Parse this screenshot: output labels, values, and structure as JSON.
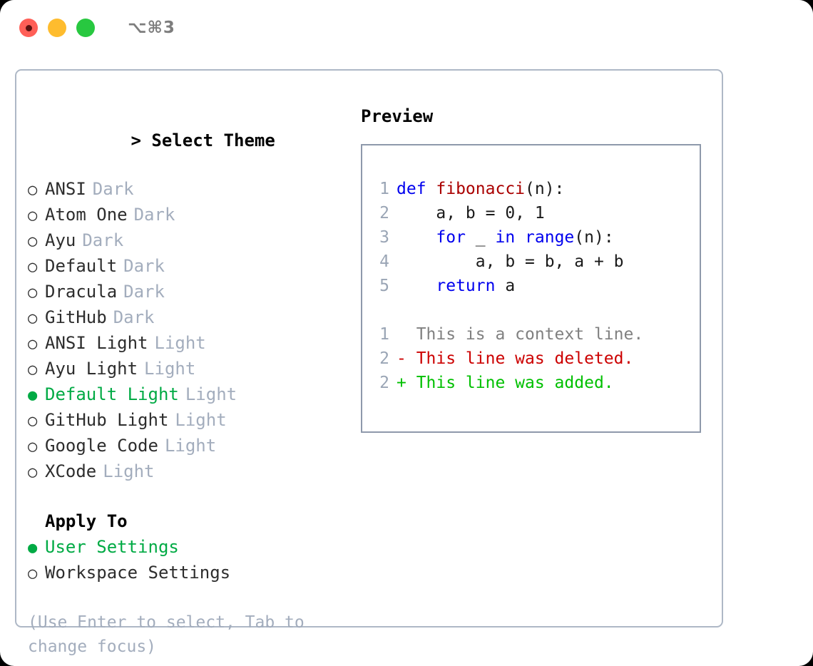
{
  "window": {
    "title": "⌥⌘3",
    "traffic_lights": [
      "close-red",
      "minimize-amber",
      "maximize-green"
    ]
  },
  "theme_list": {
    "header": "Select Theme",
    "caret": ">",
    "bullet_empty": "○",
    "bullet_filled": "●",
    "items": [
      {
        "label": "ANSI",
        "tag": "Dark",
        "selected": false
      },
      {
        "label": "Atom One",
        "tag": "Dark",
        "selected": false
      },
      {
        "label": "Ayu",
        "tag": "Dark",
        "selected": false
      },
      {
        "label": "Default",
        "tag": "Dark",
        "selected": false
      },
      {
        "label": "Dracula",
        "tag": "Dark",
        "selected": false
      },
      {
        "label": "GitHub",
        "tag": "Dark",
        "selected": false
      },
      {
        "label": "ANSI Light",
        "tag": "Light",
        "selected": false
      },
      {
        "label": "Ayu Light",
        "tag": "Light",
        "selected": false
      },
      {
        "label": "Default Light",
        "tag": "Light",
        "selected": true
      },
      {
        "label": "GitHub Light",
        "tag": "Light",
        "selected": false
      },
      {
        "label": "Google Code",
        "tag": "Light",
        "selected": false
      },
      {
        "label": "XCode",
        "tag": "Light",
        "selected": false
      }
    ]
  },
  "apply_to": {
    "header": "Apply To",
    "items": [
      {
        "label": "User Settings",
        "selected": true
      },
      {
        "label": "Workspace Settings",
        "selected": false
      }
    ]
  },
  "hint": "(Use Enter to select, Tab to change focus)",
  "preview": {
    "title": "Preview",
    "code_lines": [
      {
        "num": "1",
        "tokens": [
          {
            "t": "def ",
            "c": "kw"
          },
          {
            "t": "fibonacci",
            "c": "fn"
          },
          {
            "t": "(n):",
            "c": "plain"
          }
        ]
      },
      {
        "num": "2",
        "tokens": [
          {
            "t": "    a, b = 0, 1",
            "c": "plain"
          }
        ]
      },
      {
        "num": "3",
        "tokens": [
          {
            "t": "    ",
            "c": "plain"
          },
          {
            "t": "for",
            "c": "kw"
          },
          {
            "t": " _ ",
            "c": "plain"
          },
          {
            "t": "in",
            "c": "kw"
          },
          {
            "t": " ",
            "c": "plain"
          },
          {
            "t": "range",
            "c": "kw"
          },
          {
            "t": "(n):",
            "c": "plain"
          }
        ]
      },
      {
        "num": "4",
        "tokens": [
          {
            "t": "        a, b = b, a + b",
            "c": "plain"
          }
        ]
      },
      {
        "num": "5",
        "tokens": [
          {
            "t": "    ",
            "c": "plain"
          },
          {
            "t": "return",
            "c": "kw"
          },
          {
            "t": " a",
            "c": "plain"
          }
        ]
      }
    ],
    "diff_lines": [
      {
        "num": "1",
        "marker": "  ",
        "text": "This is a context line.",
        "kind": "ctx"
      },
      {
        "num": "2",
        "marker": "- ",
        "text": "This line was deleted.",
        "kind": "del"
      },
      {
        "num": "2",
        "marker": "+ ",
        "text": "This line was added.",
        "kind": "add"
      }
    ]
  },
  "colors": {
    "accent_green": "#00aa44",
    "muted": "#a3adbd",
    "keyword_blue": "#0000ee",
    "function_red": "#aa0000",
    "diff_deleted": "#cc0000",
    "diff_added": "#00c000",
    "diff_context": "#808080",
    "panel_border": "#aeb8c6",
    "preview_border": "#8e99ab",
    "light_red": "#ff5f57",
    "light_amber": "#febc2e",
    "light_green": "#28c840"
  }
}
